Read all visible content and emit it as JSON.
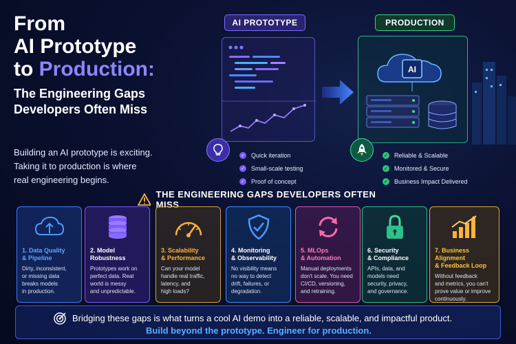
{
  "title": {
    "line1": "From",
    "line2": "AI Prototype",
    "line3_plain": "to ",
    "line3_highlight": "Production:",
    "subtitle_line1": "The Engineering Gaps",
    "subtitle_line2": "Developers Often Miss"
  },
  "intro": {
    "line1": "Building an AI prototype is exciting.",
    "line2": "Taking it to production is where",
    "line3": "real engineering begins."
  },
  "prototype": {
    "badge": "AI PROTOTYPE",
    "features": [
      "Quick iteration",
      "Small-scale testing",
      "Proof of concept"
    ]
  },
  "production": {
    "badge": "PRODUCTION",
    "chip_label": "AI",
    "features": [
      "Reliable & Scalable",
      "Monitored & Secure",
      "Business Impact Delivered"
    ]
  },
  "section_heading": "THE ENGINEERING GAPS DEVELOPERS OFTEN MISS",
  "cards": [
    {
      "title1": "1. Data Quality",
      "title2": "& Pipeline",
      "desc": [
        "Dirty, inconsistent,",
        "or missing data",
        "breaks models",
        "in production."
      ],
      "icon": "cloud-upload-icon"
    },
    {
      "title1": "2. Model",
      "title2": "Robustness",
      "desc": [
        "Prototypes work on",
        "perfect data. Real",
        "world is messy",
        "and unpredictable."
      ],
      "icon": "database-icon"
    },
    {
      "title1": "3. Scalability",
      "title2": "& Performance",
      "desc": [
        "Can your model",
        "handle real traffic,",
        "latency, and",
        "high loads?"
      ],
      "icon": "gauge-icon"
    },
    {
      "title1": "4. Monitoring",
      "title2": "& Observability",
      "desc": [
        "No visibility means",
        "no way to detect",
        "drift, failures, or",
        "degradation."
      ],
      "icon": "shield-check-icon"
    },
    {
      "title1": "5. MLOps",
      "title2": "& Automation",
      "desc": [
        "Manual deployments",
        "don't scale. You need",
        "CI/CD, versioning,",
        "and retraining."
      ],
      "icon": "refresh-icon"
    },
    {
      "title1": "6. Security",
      "title2": "& Compliance",
      "desc": [
        "APIs, data, and",
        "models need",
        "security, privacy,",
        "and governance."
      ],
      "icon": "lock-icon"
    },
    {
      "title1": "7. Business Alignment",
      "title2": "& Feedback Loop",
      "desc": [
        "Without feedback",
        "and metrics, you can't",
        "prove value or improve",
        "continuously."
      ],
      "icon": "growth-chart-icon"
    }
  ],
  "bottom": {
    "line1": "Bridging these gaps is what turns a cool AI demo into a reliable, scalable, and impactful product.",
    "line2": "Build beyond the prototype. Engineer for production."
  }
}
